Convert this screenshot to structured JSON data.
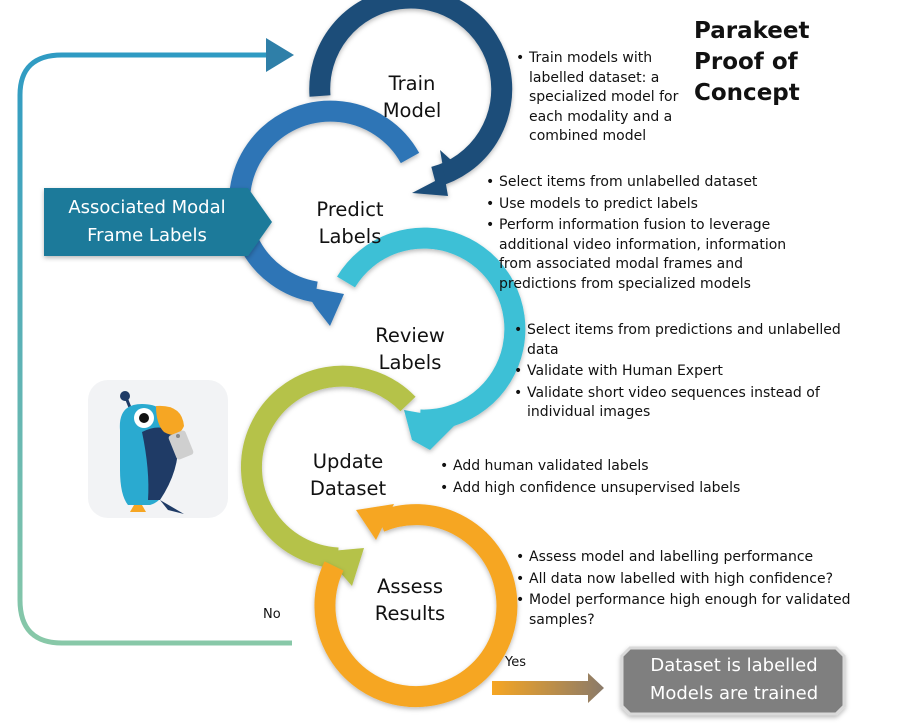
{
  "title": [
    "Parakeet",
    "Proof of Concept"
  ],
  "colors": {
    "train": "#1f4e79",
    "predict": "#2e75b6",
    "review": "#3ec0d6",
    "update": "#b5c24a",
    "assess": "#f6a623",
    "feedback_top": "#2f9bc3",
    "feedback_bottom": "#88c8a8",
    "assoc_box": "#1a7a9a",
    "final_box": "#7f7f7f"
  },
  "steps": [
    {
      "label": [
        "Train",
        "Model"
      ],
      "bullets": [
        "Train models with labelled dataset: a specialized model for each modality and a combined model"
      ]
    },
    {
      "label": [
        "Predict",
        "Labels"
      ],
      "bullets": [
        "Select items from unlabelled dataset",
        "Use models to predict labels",
        "Perform information fusion to leverage additional video information, information from associated modal frames and predictions from specialized models"
      ]
    },
    {
      "label": [
        "Review",
        "Labels"
      ],
      "bullets": [
        "Select items from predictions and unlabelled data",
        "Validate with Human Expert",
        "Validate short video sequences instead of individual images"
      ]
    },
    {
      "label": [
        "Update",
        "Dataset"
      ],
      "bullets": [
        "Add human validated labels",
        "Add high confidence unsupervised labels"
      ]
    },
    {
      "label": [
        "Assess",
        "Results"
      ],
      "bullets": [
        "Assess model and labelling performance",
        "All data now labelled with high confidence?",
        "Model performance high enough for validated samples?"
      ]
    }
  ],
  "input_box": [
    "Associated Modal",
    "Frame Labels"
  ],
  "outcome_box": [
    "Dataset is labelled",
    "Models are trained"
  ],
  "loop_no_label": "No",
  "exit_yes_label": "Yes",
  "logo_icon": "parakeet-logo-icon"
}
